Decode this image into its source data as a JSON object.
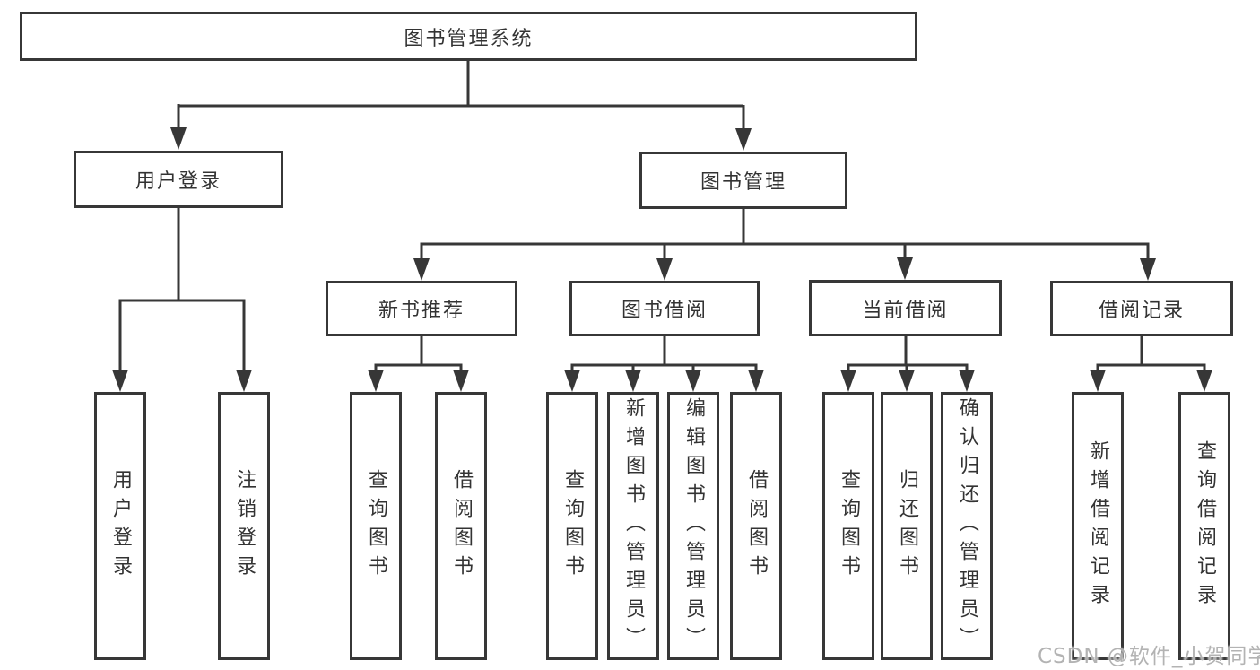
{
  "tree": {
    "root": {
      "label": "图书管理系统"
    },
    "branches": [
      {
        "label": "用户登录",
        "children": [
          {
            "label": "用户登录"
          },
          {
            "label": "注销登录"
          }
        ]
      },
      {
        "label": "图书管理",
        "children": [
          {
            "label": "新书推荐",
            "children": [
              {
                "label": "查询图书"
              },
              {
                "label": "借阅图书"
              }
            ]
          },
          {
            "label": "图书借阅",
            "children": [
              {
                "label": "查询图书"
              },
              {
                "label": "新增图书（管理员）"
              },
              {
                "label": "编辑图书（管理员）"
              },
              {
                "label": "借阅图书"
              }
            ]
          },
          {
            "label": "当前借阅",
            "children": [
              {
                "label": "查询图书"
              },
              {
                "label": "归还图书"
              },
              {
                "label": "确认归还（管理员）"
              }
            ]
          },
          {
            "label": "借阅记录",
            "children": [
              {
                "label": "新增借阅记录"
              },
              {
                "label": "查询借阅记录"
              }
            ]
          }
        ]
      }
    ]
  },
  "watermark": {
    "text": "CSDN @软件_小贺同学"
  },
  "colors": {
    "line": "#373737",
    "text": "#333333",
    "background": "#ffffff",
    "watermark": "#acacac"
  }
}
